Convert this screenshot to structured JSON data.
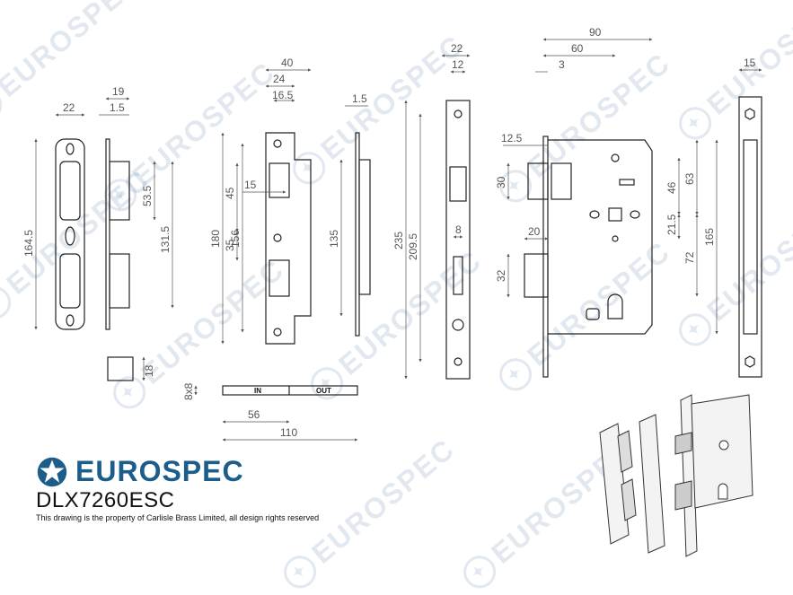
{
  "brand": {
    "name": "EUROSPEC",
    "watermark_text": "EUROSPEC",
    "color": "#1d5d8c"
  },
  "product_code": "DLX7260ESC",
  "property_note": "This drawing is the property of Carlisle Brass Limited, all design rights reserved",
  "forend_view": {
    "dims": [
      "22",
      "19",
      "1.5",
      "164.5",
      "53.5",
      "131.5",
      "18"
    ]
  },
  "keep_view": {
    "dims": [
      "40",
      "24",
      "16.5",
      "1.5",
      "180",
      "156",
      "45",
      "15",
      "35",
      "135"
    ]
  },
  "spindle_view": {
    "dims": [
      "8x8",
      "IN",
      "OUT",
      "56",
      "110"
    ]
  },
  "faceplate_view": {
    "dims": [
      "22",
      "12",
      "235",
      "209.5",
      "8"
    ]
  },
  "case_view": {
    "dims": [
      "90",
      "60",
      "3",
      "12.5",
      "30",
      "20",
      "32",
      "46",
      "63",
      "21.5",
      "165",
      "72"
    ]
  },
  "side_view": {
    "dims": [
      "15"
    ]
  }
}
